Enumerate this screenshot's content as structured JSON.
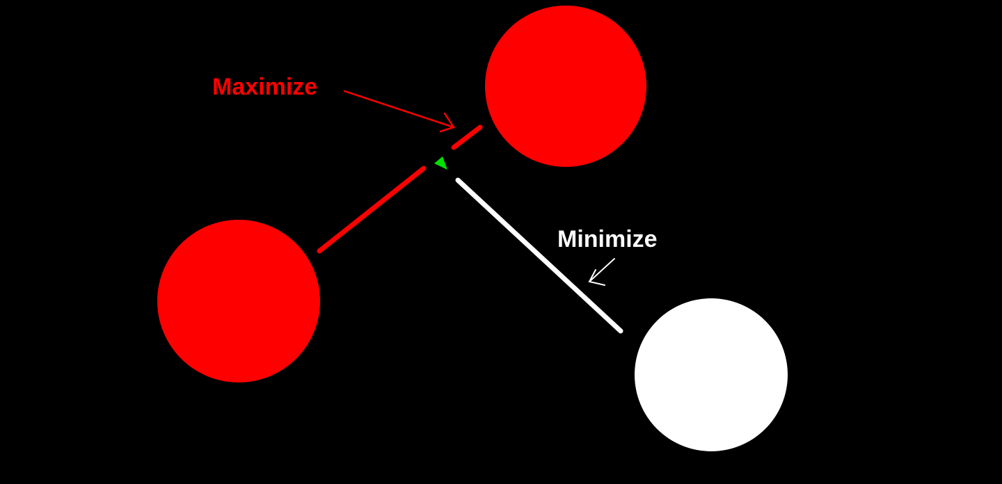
{
  "labels": {
    "maximize": "Maximize",
    "minimize": "Minimize"
  },
  "colors": {
    "background": "#000000",
    "maximize": "#ff0000",
    "minimize": "#ffffff",
    "agent": "#00e000"
  },
  "nodes": {
    "maximize_targets": [
      "red-circle-upper",
      "red-circle-lower"
    ],
    "minimize_target": "white-circle",
    "agent": "green-triangle-agent"
  }
}
